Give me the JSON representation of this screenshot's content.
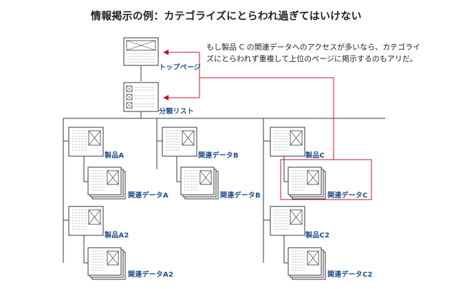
{
  "title": "情報掲示の例：カテゴライズにとらわれ過ぎてはいけない",
  "note": {
    "line1": "もし製品 C の関連データへのアクセスが多いなら、カテゴライ",
    "line2": "ズにとらわれず重複して上位のページに掲示するのもアリだ。"
  },
  "nodes": {
    "top_page": "トップページ",
    "category_list": "分類リスト",
    "product_a": "製品A",
    "data_a": "関連データA",
    "data_b": "関連データB",
    "product_c": "製品C",
    "data_c": "関連データC",
    "product_a2": "製品A2",
    "data_a2": "関連データA2",
    "product_c2": "製品C2",
    "data_c2": "関連データC2"
  },
  "colors": {
    "line": "#333333",
    "highlight": "#c8102e",
    "label": "#1f4e8c",
    "text": "#222222"
  }
}
